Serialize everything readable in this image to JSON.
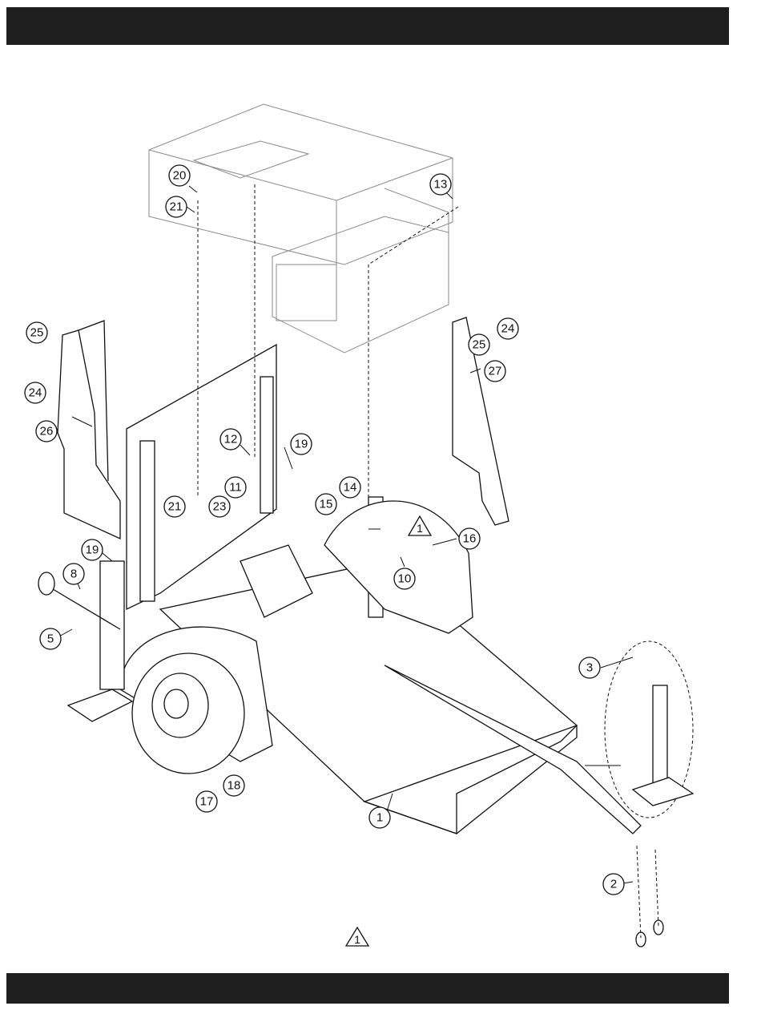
{
  "callouts": [
    {
      "id": "c-20",
      "label": "20"
    },
    {
      "id": "c-21a",
      "label": "21"
    },
    {
      "id": "c-13",
      "label": "13"
    },
    {
      "id": "c-25a",
      "label": "25"
    },
    {
      "id": "c-24a",
      "label": "24"
    },
    {
      "id": "c-26",
      "label": "26"
    },
    {
      "id": "c-24b",
      "label": "24"
    },
    {
      "id": "c-25b",
      "label": "25"
    },
    {
      "id": "c-27",
      "label": "27"
    },
    {
      "id": "c-12",
      "label": "12"
    },
    {
      "id": "c-19a",
      "label": "19"
    },
    {
      "id": "c-11",
      "label": "11"
    },
    {
      "id": "c-21b",
      "label": "21"
    },
    {
      "id": "c-23",
      "label": "23"
    },
    {
      "id": "c-15",
      "label": "15"
    },
    {
      "id": "c-14",
      "label": "14"
    },
    {
      "id": "c-16",
      "label": "16"
    },
    {
      "id": "c-10",
      "label": "10"
    },
    {
      "id": "c-19b",
      "label": "19"
    },
    {
      "id": "c-8",
      "label": "8"
    },
    {
      "id": "c-5",
      "label": "5"
    },
    {
      "id": "c-3",
      "label": "3"
    },
    {
      "id": "c-17",
      "label": "17"
    },
    {
      "id": "c-18",
      "label": "18"
    },
    {
      "id": "c-1",
      "label": "1"
    },
    {
      "id": "c-2",
      "label": "2"
    }
  ],
  "notes": {
    "triangle_mid": "1",
    "triangle_bottom": "1"
  }
}
